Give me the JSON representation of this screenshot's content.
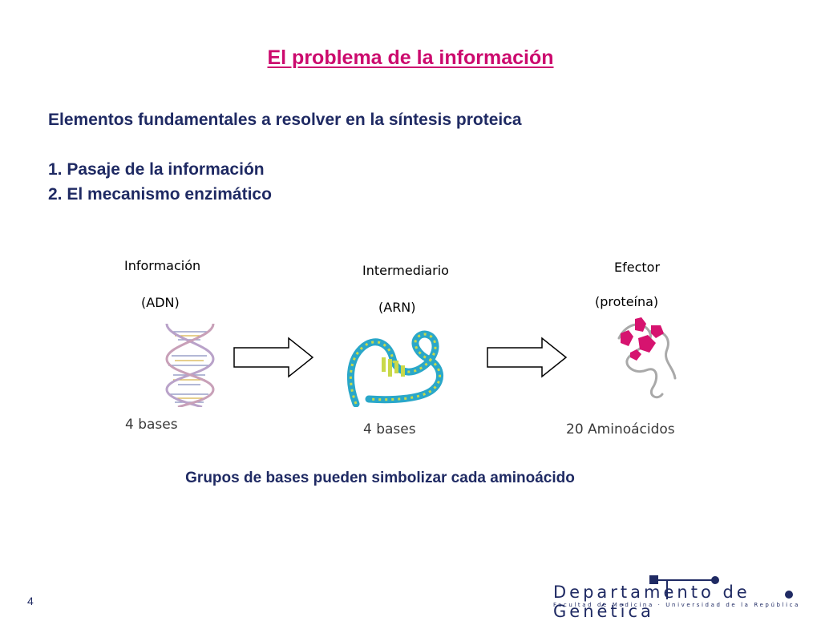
{
  "slide": {
    "title": "El problema de la información",
    "subtitle": "Elementos fundamentales a resolver en la síntesis proteica",
    "items": [
      "1. Pasaje de  la información",
      "2. El mecanismo enzimático"
    ],
    "conclusion": "Grupos de bases pueden simbolizar cada aminoácido",
    "page_number": "4"
  },
  "diagram": {
    "dna": {
      "label": "Información",
      "molecule": "(ADN)",
      "count": "4 bases",
      "icon": "dna-helix-icon"
    },
    "rna": {
      "label": "Intermediario",
      "molecule": "(ARN)",
      "count": "4 bases",
      "icon": "trna-icon"
    },
    "protein": {
      "label": "Efector",
      "molecule": "(proteína)",
      "count": "20 Aminoácidos",
      "icon": "protein-icon"
    }
  },
  "footer": {
    "department": "Departamento de Genética",
    "institution": "Facultad de Medicina · Universidad de la República"
  },
  "colors": {
    "title": "#cc0a6e",
    "text": "#1f2a63",
    "protein": "#d6136f",
    "rna": "#2aa7c9"
  }
}
